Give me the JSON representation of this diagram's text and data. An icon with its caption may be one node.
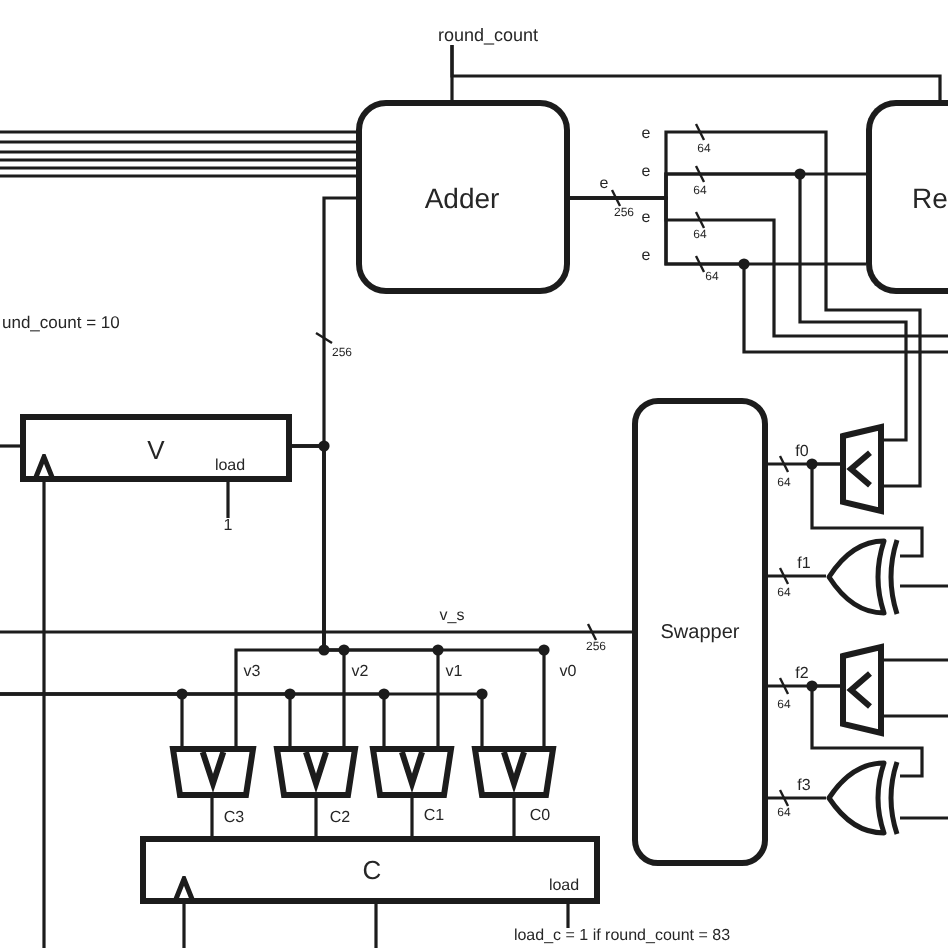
{
  "diagram": {
    "nodes": [
      {
        "text": [
          "round_count"
        ]
      },
      {
        "text": [
          "Adder"
        ]
      },
      {
        "text": [
          "Re"
        ]
      },
      {
        "text": [
          "V",
          "load"
        ]
      },
      {
        "text": [
          "1"
        ]
      },
      {
        "text": [
          "Swapper"
        ]
      },
      {
        "text": [],
        "shape": "trapezoid"
      },
      {
        "text": [],
        "shape": "gate"
      },
      {
        "text": [],
        "shape": "trapezoid"
      },
      {
        "text": [],
        "shape": "gate"
      },
      {
        "text": [],
        "shape": "trapezoid"
      },
      {
        "text": [],
        "shape": "trapezoid"
      },
      {
        "text": [],
        "shape": "trapezoid"
      },
      {
        "text": [],
        "shape": "trapezoid"
      },
      {
        "text": [
          "C",
          "load"
        ]
      },
      {
        "text": [
          "load_c = 1 if round_count = 83"
        ]
      }
    ],
    "edges": [
      {
        "from": 0,
        "to": 1,
        "arrow": "none"
      },
      {
        "from": 0,
        "to": 2,
        "arrow": "none"
      },
      {
        "from": null,
        "to": 1,
        "arrow": "none"
      },
      {
        "from": null,
        "to": 1,
        "arrow": "none"
      },
      {
        "from": null,
        "to": 1,
        "arrow": "none"
      },
      {
        "from": null,
        "to": 1,
        "arrow": "none"
      },
      {
        "from": null,
        "to": 1,
        "arrow": "none"
      },
      {
        "from": null,
        "to": 1,
        "arrow": "none"
      },
      {
        "from": 3,
        "to": 1,
        "arrow": "none"
      },
      {
        "from": 1,
        "to": 2,
        "arrow": "none"
      },
      {
        "from": 1,
        "to": 6,
        "arrow": "none"
      },
      {
        "from": 1,
        "to": 2,
        "arrow": "none"
      },
      {
        "from": 1,
        "to": null,
        "arrow": "none"
      },
      {
        "from": 1,
        "to": 6,
        "arrow": "none"
      },
      {
        "from": 1,
        "to": null,
        "arrow": "none"
      },
      {
        "from": 6,
        "to": 5,
        "arrow": "none",
        "label": "f0"
      },
      {
        "from": 6,
        "to": 7,
        "arrow": "none"
      },
      {
        "from": null,
        "to": 7,
        "arrow": "none"
      },
      {
        "from": 7,
        "to": 5,
        "arrow": "none",
        "label": "f1"
      },
      {
        "from": null,
        "to": 8,
        "arrow": "none"
      },
      {
        "from": null,
        "to": 8,
        "arrow": "none"
      },
      {
        "from": 8,
        "to": 5,
        "arrow": "none",
        "label": "f2"
      },
      {
        "from": 8,
        "to": 9,
        "arrow": "none"
      },
      {
        "from": null,
        "to": 9,
        "arrow": "none"
      },
      {
        "from": 9,
        "to": 5,
        "arrow": "none",
        "label": "f3"
      },
      {
        "from": 5,
        "to": null,
        "arrow": "none",
        "label": "v_s"
      },
      {
        "from": 3,
        "to": 10,
        "arrow": "none",
        "label": "v3"
      },
      {
        "from": 3,
        "to": 11,
        "arrow": "none",
        "label": "v2"
      },
      {
        "from": 3,
        "to": 12,
        "arrow": "none",
        "label": "v1"
      },
      {
        "from": 3,
        "to": 13,
        "arrow": "none",
        "label": "v0"
      },
      {
        "from": null,
        "to": 10,
        "arrow": "none"
      },
      {
        "from": null,
        "to": 11,
        "arrow": "none"
      },
      {
        "from": null,
        "to": 12,
        "arrow": "none"
      },
      {
        "from": null,
        "to": 13,
        "arrow": "none"
      },
      {
        "from": 10,
        "to": 14,
        "arrow": "none",
        "label": "C3"
      },
      {
        "from": 11,
        "to": 14,
        "arrow": "none",
        "label": "C2"
      },
      {
        "from": 12,
        "to": 14,
        "arrow": "none",
        "label": "C1"
      },
      {
        "from": 13,
        "to": 14,
        "arrow": "none",
        "label": "C0"
      },
      {
        "from": 15,
        "to": 14,
        "arrow": "none"
      },
      {
        "from": 4,
        "to": 3,
        "arrow": "none"
      },
      {
        "from": null,
        "to": 3,
        "arrow": "none"
      },
      {
        "from": null,
        "to": 3,
        "arrow": "to"
      },
      {
        "from": null,
        "to": 14,
        "arrow": "to"
      },
      {
        "from": 14,
        "to": null,
        "arrow": "none"
      }
    ],
    "labels": [
      "e",
      "64",
      "e",
      "e",
      "64",
      "256",
      "e",
      "64",
      "e",
      "64",
      "und_count = 10",
      "256",
      "64",
      "64",
      "256",
      "64",
      "64"
    ]
  }
}
